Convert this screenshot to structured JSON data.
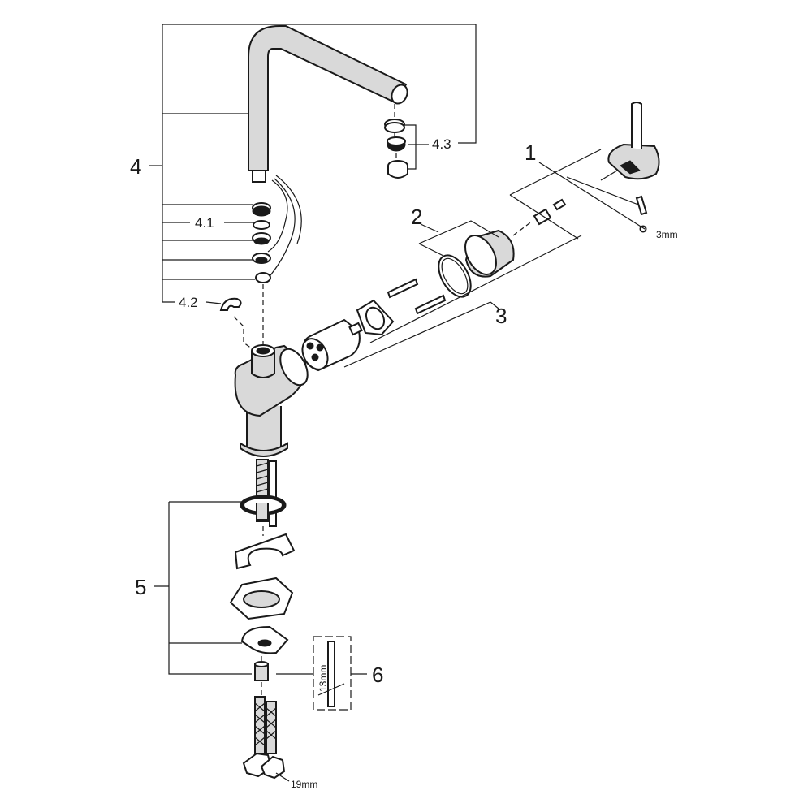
{
  "labels": {
    "p1": "1",
    "p2": "2",
    "p3": "3",
    "p4": "4",
    "p41": "4.1",
    "p42": "4.2",
    "p43": "4.3",
    "p5": "5",
    "p6": "6",
    "size_3mm": "3mm",
    "size_13mm": "13mm",
    "size_19mm": "19mm"
  },
  "colors": {
    "ink": "#1a1a1a",
    "fill_light": "#d9d9d9",
    "background": "#ffffff"
  }
}
